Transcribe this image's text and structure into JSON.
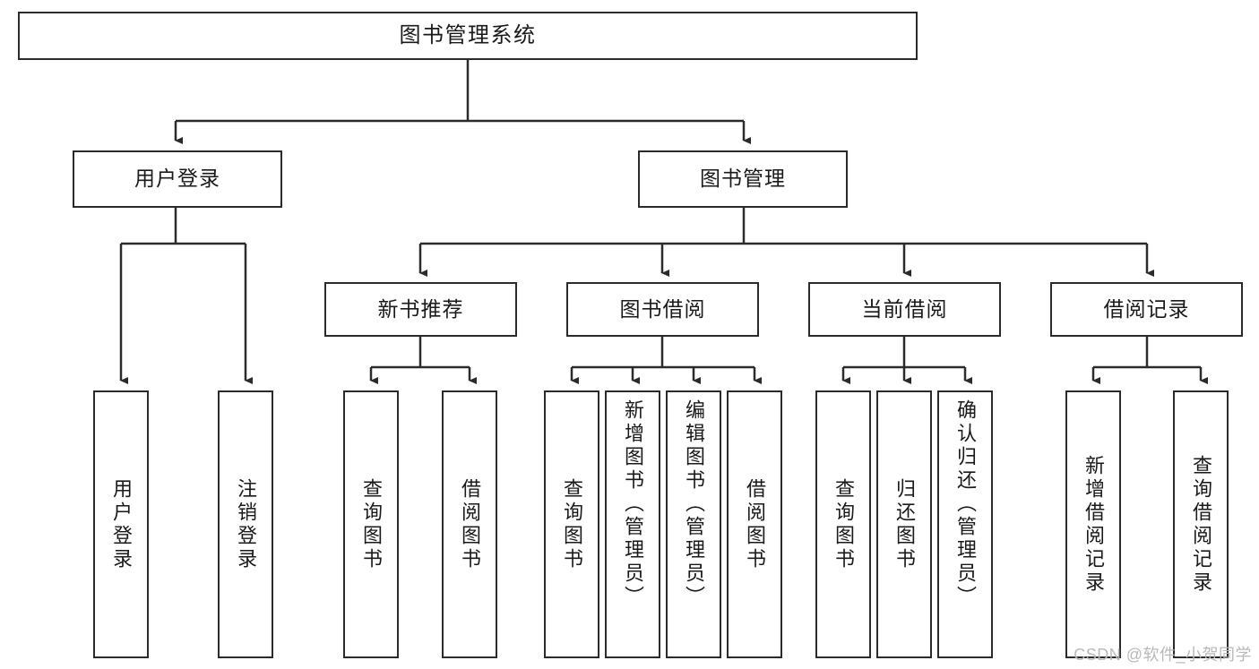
{
  "diagram": {
    "title": "图书管理系统",
    "type": "tree-hierarchy-chart",
    "watermark": "CSDN @软件_小贺同学",
    "colors": {
      "node_border": "#2b2b2b",
      "node_fill": "#ffffff",
      "connector": "#2b2b2b",
      "text": "#1a1a1a",
      "watermark": "#b9b9b9",
      "background": "#ffffff"
    },
    "root": {
      "label": "图书管理系统"
    },
    "level2": [
      {
        "label": "用户登录"
      },
      {
        "label": "图书管理"
      }
    ],
    "level3": [
      {
        "label": "新书推荐"
      },
      {
        "label": "图书借阅"
      },
      {
        "label": "当前借阅"
      },
      {
        "label": "借阅记录"
      }
    ],
    "leaves": {
      "user_login": [
        {
          "label": "用户登录"
        },
        {
          "label": "注销登录"
        }
      ],
      "new_book_recommend": [
        {
          "label": "查询图书"
        },
        {
          "label": "借阅图书"
        }
      ],
      "book_borrow": [
        {
          "label": "查询图书"
        },
        {
          "label": "新增图书（管理员）"
        },
        {
          "label": "编辑图书（管理员）"
        },
        {
          "label": "借阅图书"
        }
      ],
      "current_borrow": [
        {
          "label": "查询图书"
        },
        {
          "label": "归还图书"
        },
        {
          "label": "确认归还（管理员）"
        }
      ],
      "borrow_records": [
        {
          "label": "新增借阅记录"
        },
        {
          "label": "查询借阅记录"
        }
      ]
    }
  }
}
